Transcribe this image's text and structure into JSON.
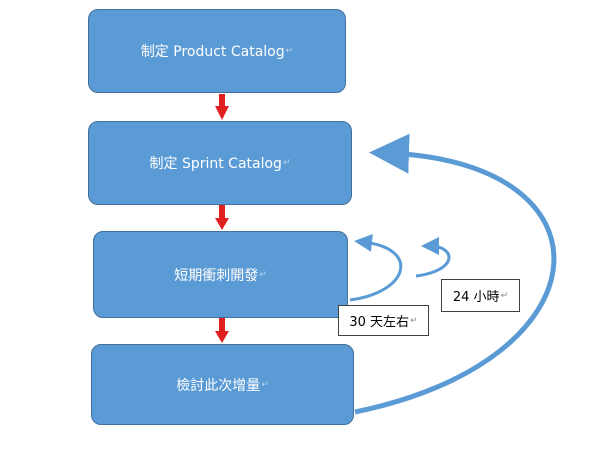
{
  "steps": [
    {
      "label": "制定 Product Catalog"
    },
    {
      "label": "制定 Sprint Catalog"
    },
    {
      "label": "短期衝刺開發"
    },
    {
      "label": "檢討此次增量"
    }
  ],
  "loop_labels": {
    "daily": "24 小時",
    "sprint": "30 天左右"
  },
  "paragraph_mark": "↵",
  "colors": {
    "box_fill": "#5b9bd5",
    "box_border": "#41719c",
    "down_arrow": "#e02020",
    "loop_arrow": "#5b9bd5"
  }
}
